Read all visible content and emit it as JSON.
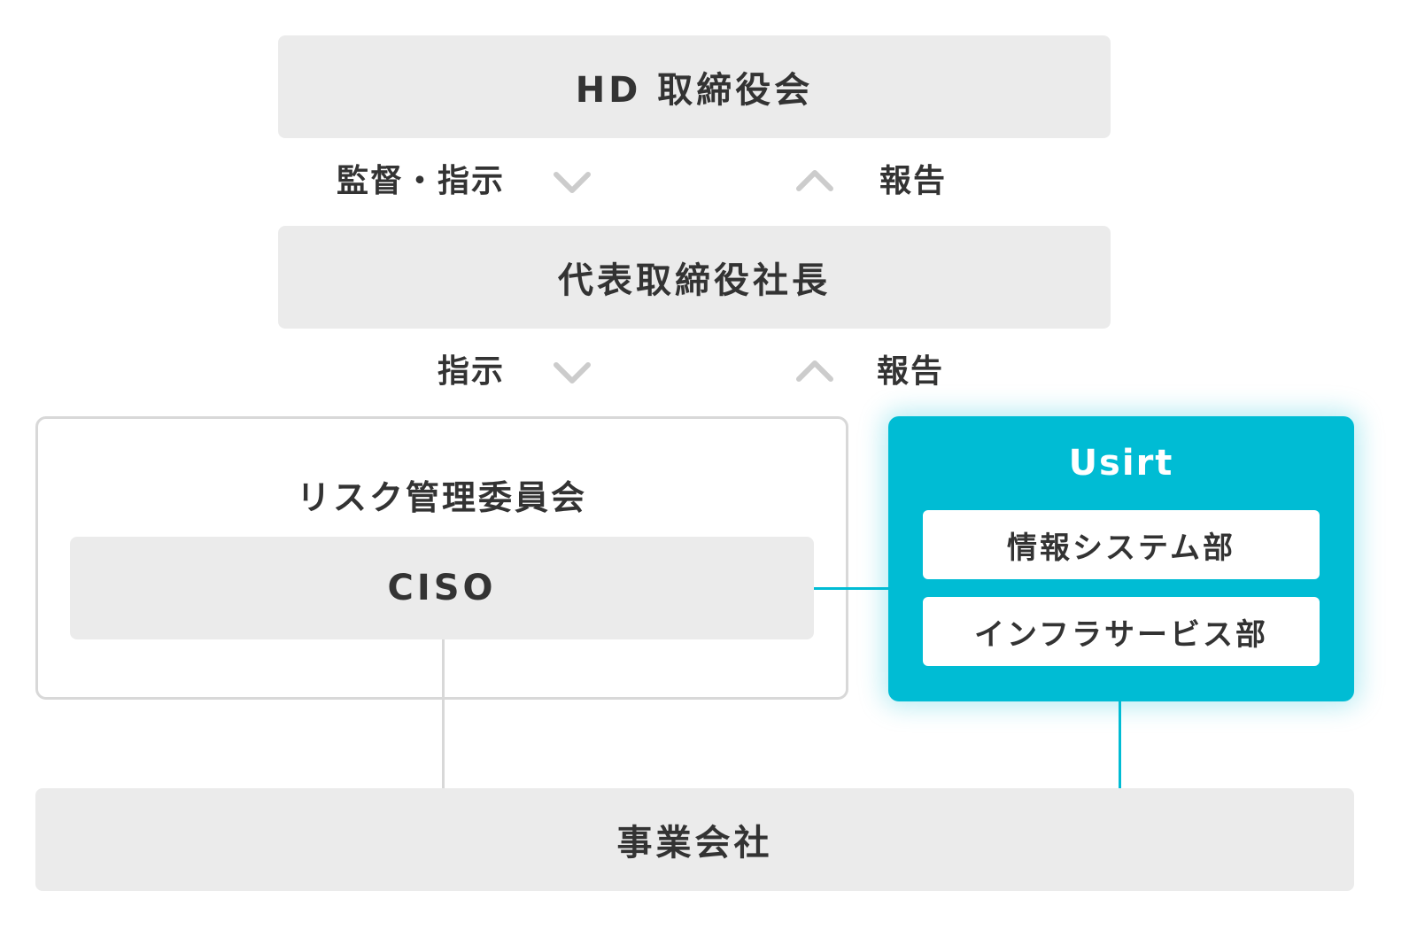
{
  "hd_board": {
    "label": "HD 取締役会"
  },
  "flow1": {
    "down_label": "監督・指示",
    "up_label": "報告"
  },
  "president": {
    "label": "代表取締役社長"
  },
  "flow2": {
    "down_label": "指示",
    "up_label": "報告"
  },
  "risk_committee": {
    "title": "リスク管理委員会",
    "ciso_label": "CISO"
  },
  "usirt": {
    "title": "Usirt",
    "items": [
      "情報システム部",
      "インフラサービス部"
    ]
  },
  "operating_companies": {
    "label": "事業会社"
  },
  "colors": {
    "gray_box": "#ebebeb",
    "text": "#333333",
    "accent": "#00bcd4",
    "chevron": "#cccccc",
    "connector_gray": "#d8d8d8"
  },
  "icons": {
    "down": "chevron-down-icon",
    "up": "chevron-up-icon"
  }
}
